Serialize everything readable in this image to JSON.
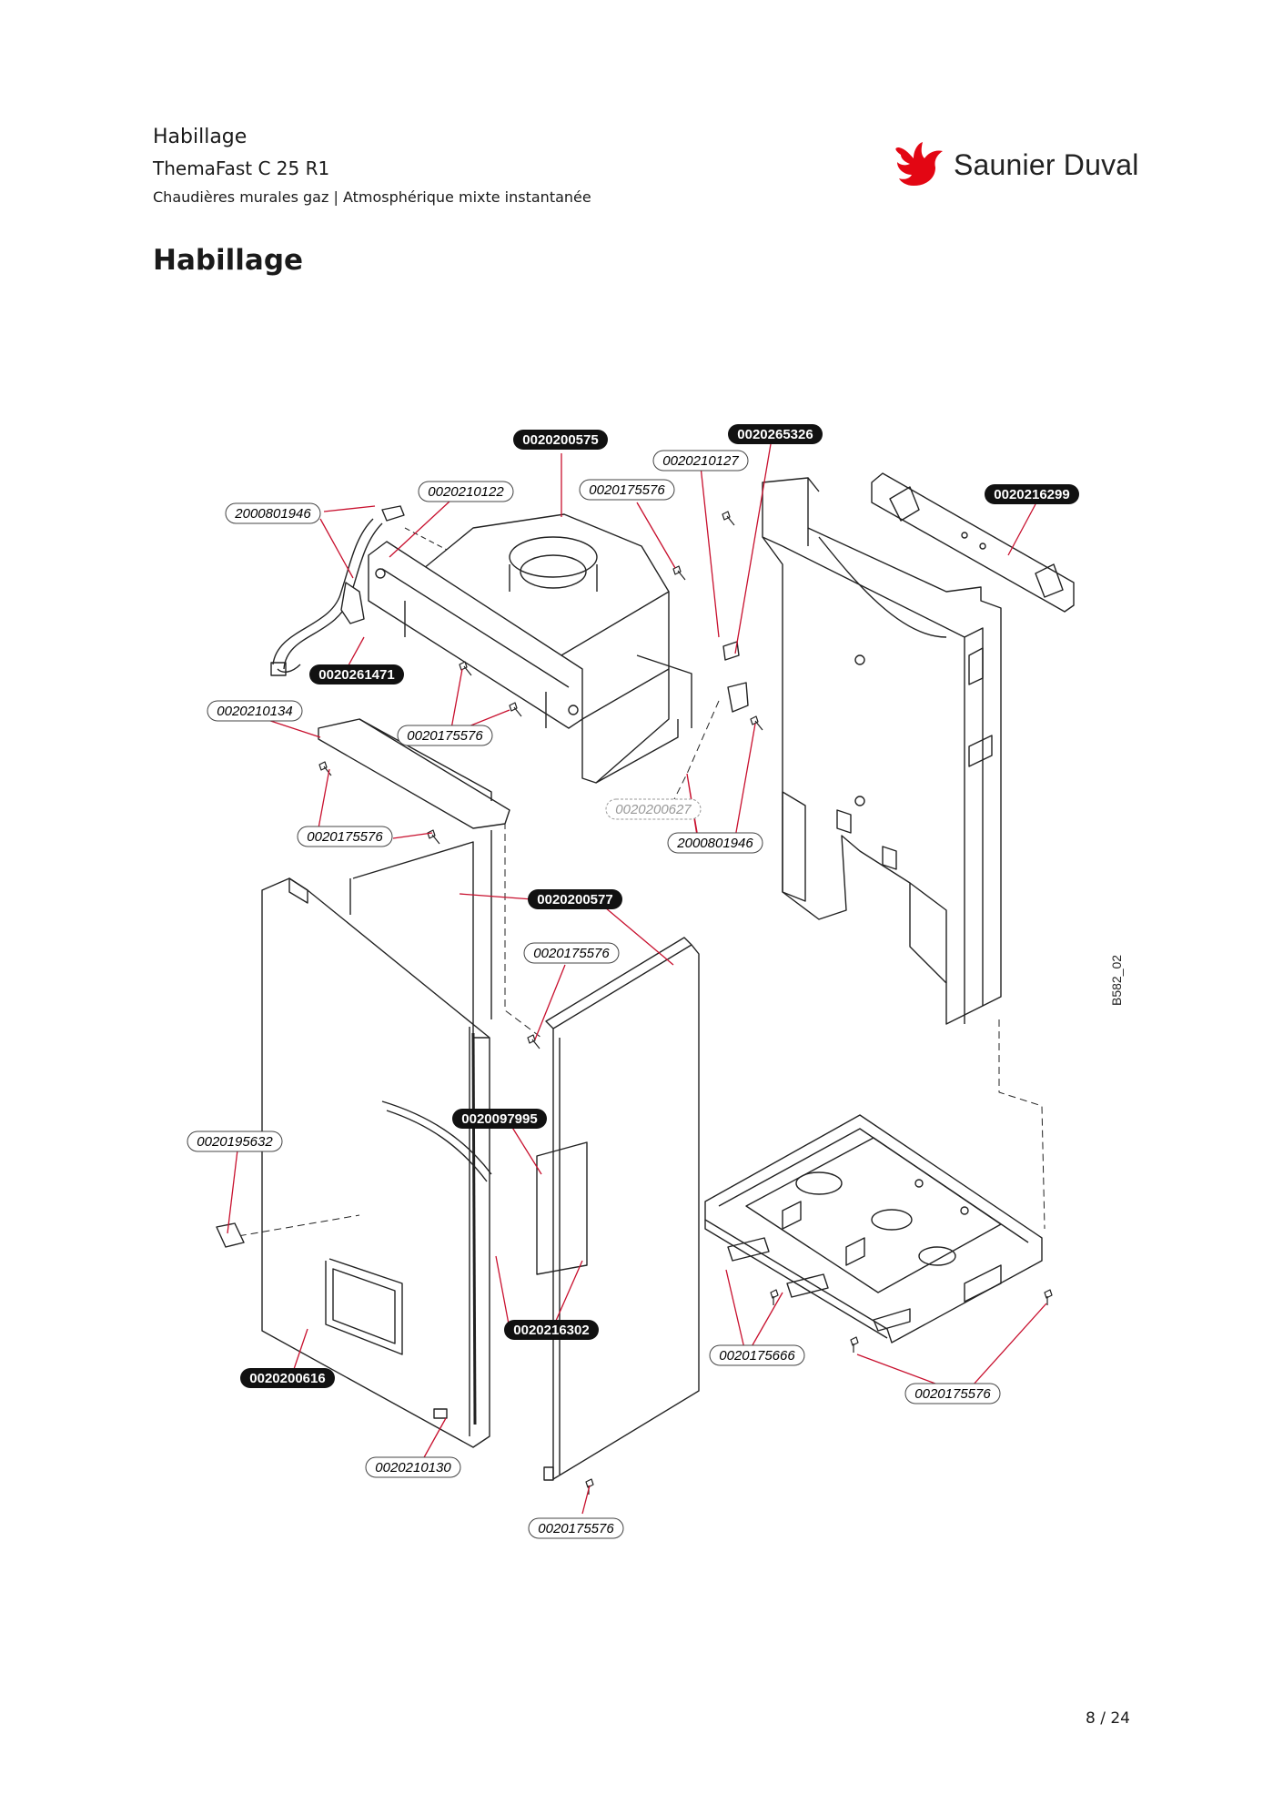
{
  "header": {
    "section": "Habillage",
    "model": "ThemaFast C 25 R1",
    "category": "Chaudières murales gaz | Atmosphérique mixte instantanée"
  },
  "logo": {
    "text": "Saunier Duval",
    "bird_color": "#e30613"
  },
  "page_title": "Habillage",
  "diagram": {
    "ref": "B582_02",
    "labels": {
      "l1": "0020200575",
      "l2": "0020265326",
      "l3": "0020210127",
      "l4": "0020210122",
      "l5": "0020175576",
      "l6": "0020216299",
      "l7": "2000801946",
      "l8": "0020261471",
      "l9": "0020210134",
      "l10": "0020175576",
      "l11": "0020200627",
      "l12": "2000801946",
      "l13": "0020175576",
      "l14": "0020200577",
      "l15": "0020175576",
      "l16": "0020097995",
      "l17": "0020195632",
      "l18": "0020216302",
      "l19": "0020200616",
      "l20": "0020175666",
      "l21": "0020175576",
      "l22": "0020210130",
      "l23": "0020175576"
    }
  },
  "footer": {
    "page": "8 / 24"
  }
}
